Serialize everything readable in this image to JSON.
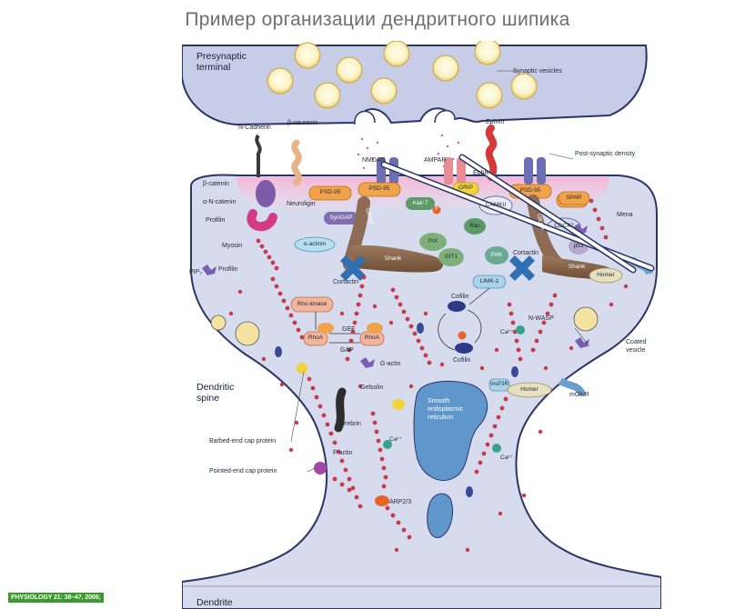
{
  "title": "Пример организации дендритного шипика",
  "citation": "PHYSIOLOGY 21: 38–47, 2006;",
  "labels": {
    "presynaptic": "Presynaptic",
    "terminal": "terminal",
    "synaptic_vesicles": "Synaptic vesicles",
    "n_cadherin": "N-Cadherin",
    "b_neurexin": "β-neurexin",
    "ephrin": "Ephrin",
    "nmdar": "NMDAR",
    "ampar": "AMPAR",
    "ephr": "EphR",
    "psd": "Post-synaptic density",
    "b_catenin": "β-catenin",
    "a_n_catenin": "α-N-catenin",
    "neuroligin": "Neuroligin",
    "psd95_a": "PSD-95",
    "psd95_b": "PSD-95",
    "psd95_c": "PSD-95",
    "grip": "GRIP",
    "camkii": "CAMKII",
    "spar": "SPAR",
    "syngap": "SynGAP",
    "kalir7": "Kali-7",
    "gkap_a": "GKAP",
    "gkap_b": "GKAP",
    "rac": "Rac",
    "cdc42": "CDC42",
    "mena": "Mena",
    "profilin_a": "Profilin",
    "profilin_b": "Profilin",
    "myosin": "Myosin",
    "a_actinin": "α-actinin",
    "pix": "PIX",
    "git1": "GIT1",
    "shank_a": "Shank",
    "shank_b": "Shank",
    "cortactin_a": "Cortactin",
    "cortactin_b": "Cortactin",
    "pak": "PAK",
    "p53": "p53",
    "homer_a": "Homer",
    "homer_b": "Homer",
    "pip2": "PIP₂",
    "limk": "LIMK-1",
    "rho_kinase": "Rho-kinase",
    "cofilin_a": "Cofilin",
    "cofilin_b": "Cofilin",
    "nwasp": "N-WASP",
    "coated_vesicle_1": "Coated",
    "coated_vesicle_2": "vesicle",
    "gef": "GEF",
    "gap": "GAP",
    "rhoa_a": "RhoA",
    "rhoa_b": "RhoA",
    "ca_a": "Ca²⁺",
    "ca_b": "Ca²⁺",
    "ca_c": "Ca²⁺",
    "g_actin": "G-actin",
    "dendritic": "Dendritic",
    "spine": "spine",
    "gelsolin": "Gelsolin",
    "insp3r": "InsP3R",
    "mglur": "mGluR",
    "ser_1": "Smooth",
    "ser_2": "endoplasmic",
    "ser_3": "reticulum",
    "drebrin": "Drebrin",
    "barbed": "Barbed-end cap protein",
    "factin": "F-actin",
    "pointed": "Pointed-end cap protein",
    "arp": "ARP2/3",
    "dendrite": "Dendrite",
    "p": "P"
  }
}
